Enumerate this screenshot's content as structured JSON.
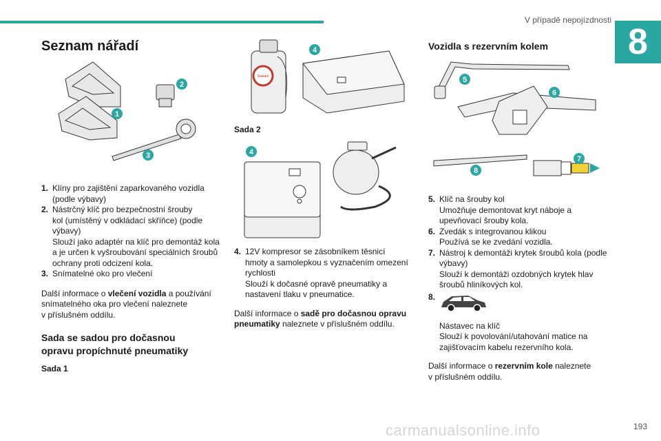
{
  "header": {
    "title": "V případě nepojízdnosti",
    "chapter": "8",
    "page": "193"
  },
  "colors": {
    "accent": "#2aa6a3"
  },
  "left": {
    "heading": "Seznam nářadí",
    "items": [
      {
        "num": "1.",
        "lines": [
          "Klíny pro zajištění zaparkovaného vozidla",
          "(podle výbavy)"
        ]
      },
      {
        "num": "2.",
        "lines": [
          "Nástrčný klíč pro bezpečnostní šrouby",
          "kol (umístěný v odkládací skříňce) (podle",
          "výbavy)",
          "Slouží jako adaptér na klíč pro demontáž kola",
          "a je určen k vyšroubování speciálních šroubů",
          "ochrany proti odcizení kola."
        ]
      },
      {
        "num": "3.",
        "lines": [
          "Snímatelné oko pro vlečení"
        ]
      }
    ],
    "info_prefix": "Další informace o ",
    "info_bold": "vlečení vozidla",
    "info_suffix_1": " a používání",
    "info_line2": "snímatelného oka pro vlečení naleznete",
    "info_line3": "v příslušném oddílu.",
    "sub_heading_1": "Sada se sadou pro dočasnou",
    "sub_heading_2": "opravu propíchnuté pneumatiky",
    "sada1": "Sada 1"
  },
  "middle": {
    "sada2": "Sada 2",
    "item4_num": "4.",
    "item4_lines": [
      "12V kompresor se zásobníkem těsnicí",
      "hmoty a samolepkou s vyznačením omezení",
      "rychlosti",
      "Slouží k dočasné opravě pneumatiky a",
      "nastavení tlaku v pneumatice."
    ],
    "info_prefix": "Další informace o ",
    "info_bold_1": "sadě pro dočasnou opravu",
    "info_bold_2": "pneumatiky",
    "info_suffix": " naleznete v příslušném oddílu.",
    "bottle_label": "Sealant"
  },
  "right": {
    "heading": "Vozidla s rezervním kolem",
    "items": [
      {
        "num": "5.",
        "lines": [
          "Klíč na šrouby kol",
          "Umožňuje demontovat kryt náboje a",
          "upevňovací šrouby kola."
        ]
      },
      {
        "num": "6.",
        "lines": [
          "Zvedák s integrovanou klikou",
          "Používá se ke zvedání vozidla."
        ]
      },
      {
        "num": "7.",
        "lines": [
          "Nástroj k demontáži krytek šroubů kola (podle",
          "výbavy)",
          "Slouží k demontáži ozdobných krytek hlav",
          "šroubů hliníkových kol."
        ]
      }
    ],
    "item8_num": "8.",
    "item8_lines": [
      "Nástavec na klíč",
      "Slouží k povolování/utahování matice na",
      "zajišťovacím kabelu rezervního kola."
    ],
    "info_prefix": "Další informace o ",
    "info_bold": "rezervním kole",
    "info_suffix": " naleznete",
    "info_line2": "v příslušném oddílu."
  },
  "callouts": {
    "c1": "1",
    "c2": "2",
    "c3": "3",
    "c4a": "4",
    "c4b": "4",
    "c5": "5",
    "c6": "6",
    "c7": "7",
    "c8": "8"
  },
  "watermark": "carmanualsonline.info"
}
